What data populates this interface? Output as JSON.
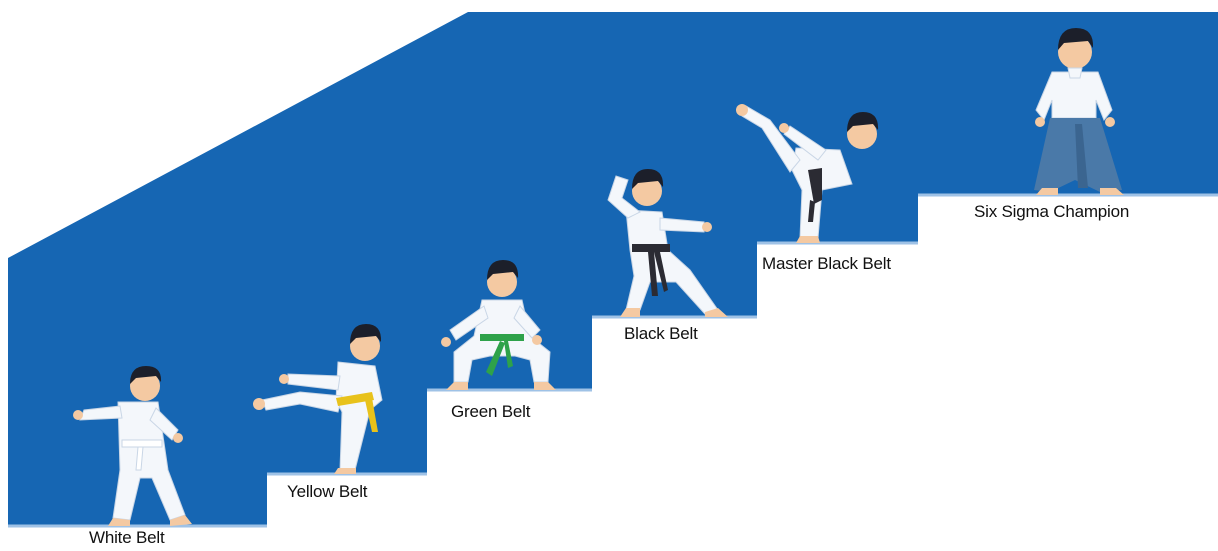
{
  "colors": {
    "staircase_blue": "#1666b3",
    "step_edge": "#9fc2e6",
    "gi_white": "#f4f7fb",
    "skin": "#f4c9a2",
    "hair": "#1c1f2a",
    "hakama_blue": "#4a79a8"
  },
  "steps": [
    {
      "label": "White Belt",
      "belt_color": "#ffffff",
      "figure": "punch-stance-figure"
    },
    {
      "label": "Yellow Belt",
      "belt_color": "#e8c21b",
      "figure": "front-kick-figure"
    },
    {
      "label": "Green Belt",
      "belt_color": "#2ea24a",
      "figure": "horse-stance-figure"
    },
    {
      "label": "Black Belt",
      "belt_color": "#2b2b33",
      "figure": "block-stance-figure"
    },
    {
      "label": "Master Black Belt",
      "belt_color": "#2b2b33",
      "figure": "high-kick-figure"
    },
    {
      "label": "Six Sigma Champion",
      "belt_color": "#4a79a8",
      "figure": "hakama-master-figure"
    }
  ]
}
